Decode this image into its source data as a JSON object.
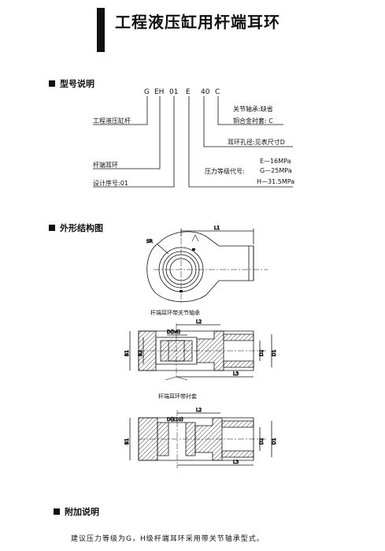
{
  "title": "工程液压缸用杆端耳环",
  "sections": {
    "model": "型号说明",
    "structure": "外形结构图",
    "notes": "附加说明"
  },
  "model_code": {
    "G": "G",
    "EH": "EH",
    "n01": "01",
    "E": "E",
    "n40": "40",
    "C": "C"
  },
  "labels": {
    "joint_bearing": "关节轴承:缺省",
    "bushing": "铜合金衬套:  C",
    "ring_bore": "耳环孔径:见表尺寸D",
    "pressure_code": "压力等级代号:",
    "p_e": "E—16MPa",
    "p_g": "G—25MPa",
    "p_h": "H—31.5MPa",
    "rod_end_for_cyl": "工程液压缸杆",
    "rod_end_ring": "杆端耳环",
    "design_seq": "设计序号:01"
  },
  "figure_captions": {
    "bearing": "杆端耳环带关节轴承",
    "bushing": "杆端耳环带衬套"
  },
  "dims": {
    "SR": "SR",
    "L1": "L1",
    "L2": "L2",
    "L3": "L3",
    "B1": "B1",
    "B2": "B2",
    "D1": "D1",
    "D2": "D2",
    "D_h6": "D(h6)",
    "D_E10": "D(E10)"
  },
  "note_text": "建议压力等级为G，H级杆端耳环采用带关节轴承型式。"
}
